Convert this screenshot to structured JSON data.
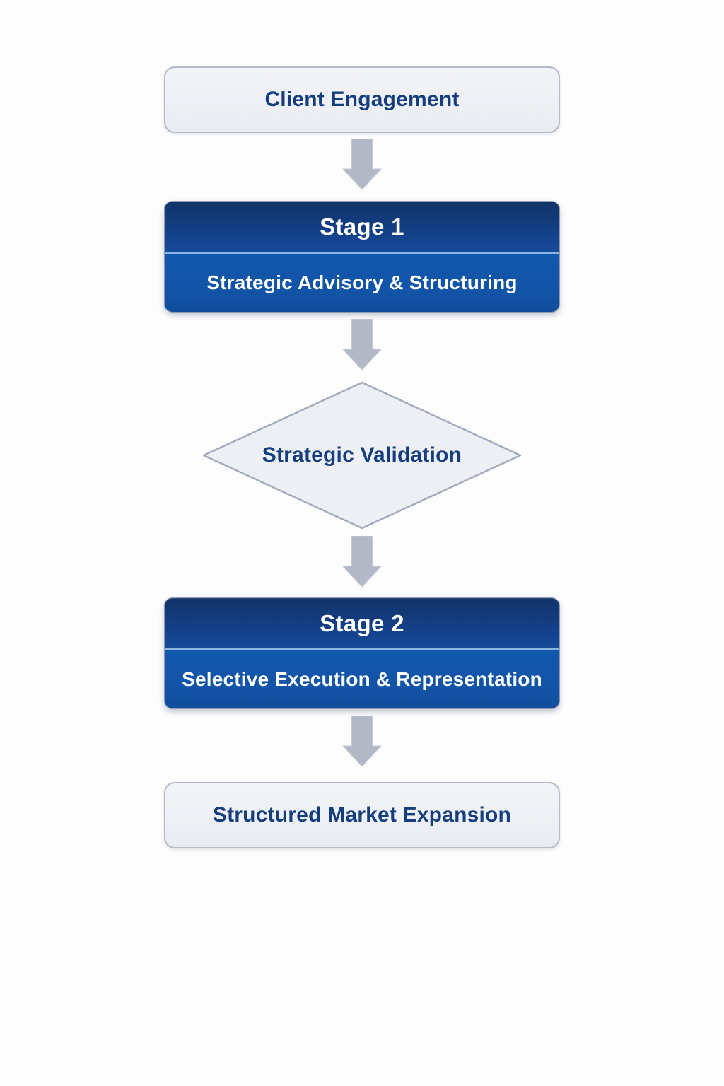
{
  "colors": {
    "page_background": "#fdfdfe",
    "stage_header_blue": "#143f85",
    "stage_body_blue": "#1256aa",
    "stage_divider_blue": "#8cb8df",
    "light_node_fill": "#eff1f6",
    "light_node_border": "#b6bac7",
    "navy_text": "#153e7e",
    "arrow_gray": "#b2b8c5",
    "diamond_fill": "#edeff4",
    "diamond_border": "#a3abbd"
  },
  "flowchart": {
    "nodes": [
      {
        "id": "client-engagement",
        "type": "terminal",
        "label": "Client Engagement"
      },
      {
        "id": "stage-1",
        "type": "stage",
        "title": "Stage 1",
        "subtitle": "Strategic Advisory & Structuring"
      },
      {
        "id": "strategic-validation",
        "type": "decision",
        "label": "Strategic Validation"
      },
      {
        "id": "stage-2",
        "type": "stage",
        "title": "Stage 2",
        "subtitle": "Selective Execution & Representation"
      },
      {
        "id": "structured-market-expansion",
        "type": "terminal",
        "label": "Structured Market Expansion"
      }
    ],
    "connectors": [
      {
        "from": "client-engagement",
        "to": "stage-1",
        "icon": "down-arrow-icon"
      },
      {
        "from": "stage-1",
        "to": "strategic-validation",
        "icon": "down-arrow-icon"
      },
      {
        "from": "strategic-validation",
        "to": "stage-2",
        "icon": "down-arrow-icon"
      },
      {
        "from": "stage-2",
        "to": "structured-market-expansion",
        "icon": "down-arrow-icon"
      }
    ]
  }
}
